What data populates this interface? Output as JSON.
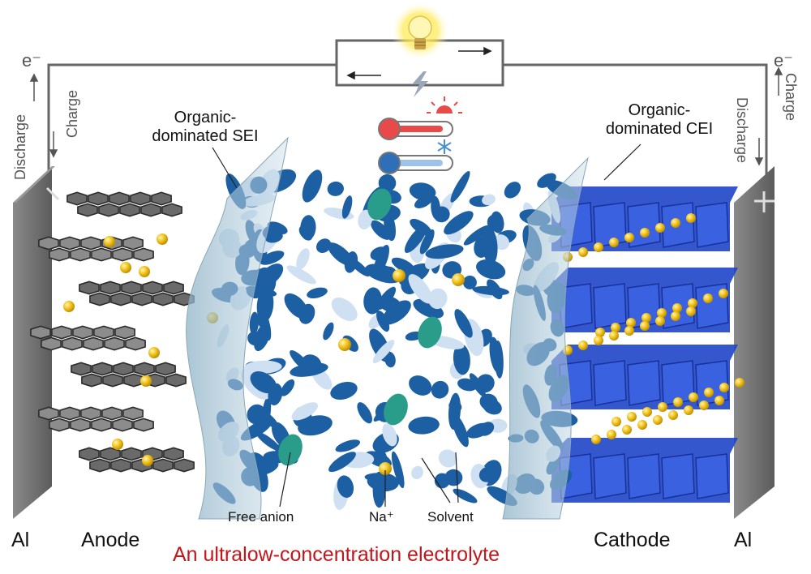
{
  "labels": {
    "al_left": "Al",
    "al_right": "Al",
    "anode": "Anode",
    "cathode": "Cathode",
    "caption": "An ultralow-concentration electrolyte",
    "sei_line1": "Organic-",
    "sei_line2": "dominated SEI",
    "cei_line1": "Organic-",
    "cei_line2": "dominated CEI",
    "free_anion": "Free anion",
    "na_ion": "Na⁺",
    "solvent": "Solvent",
    "electron_left": "e⁻",
    "electron_right": "e⁻",
    "charge_left": "Charge",
    "discharge_left": "Discharge",
    "charge_right": "Charge",
    "discharge_right": "Discharge",
    "minus_sign": "−",
    "plus_sign": "+"
  },
  "colors": {
    "caption": "#c0161c",
    "solvent": "#1d5fa3",
    "anion": "#2a9d8a",
    "sodium": "#f2c21b",
    "cathode": "#1f45c8",
    "graphite": "#5a5a5a",
    "collector": "#6f6f6f",
    "hot": "#e84a4a",
    "cold": "#4a8fd6"
  },
  "icons": [
    "light-bulb-icon",
    "lightning-icon",
    "hot-thermometer-icon",
    "cold-thermometer-icon"
  ]
}
